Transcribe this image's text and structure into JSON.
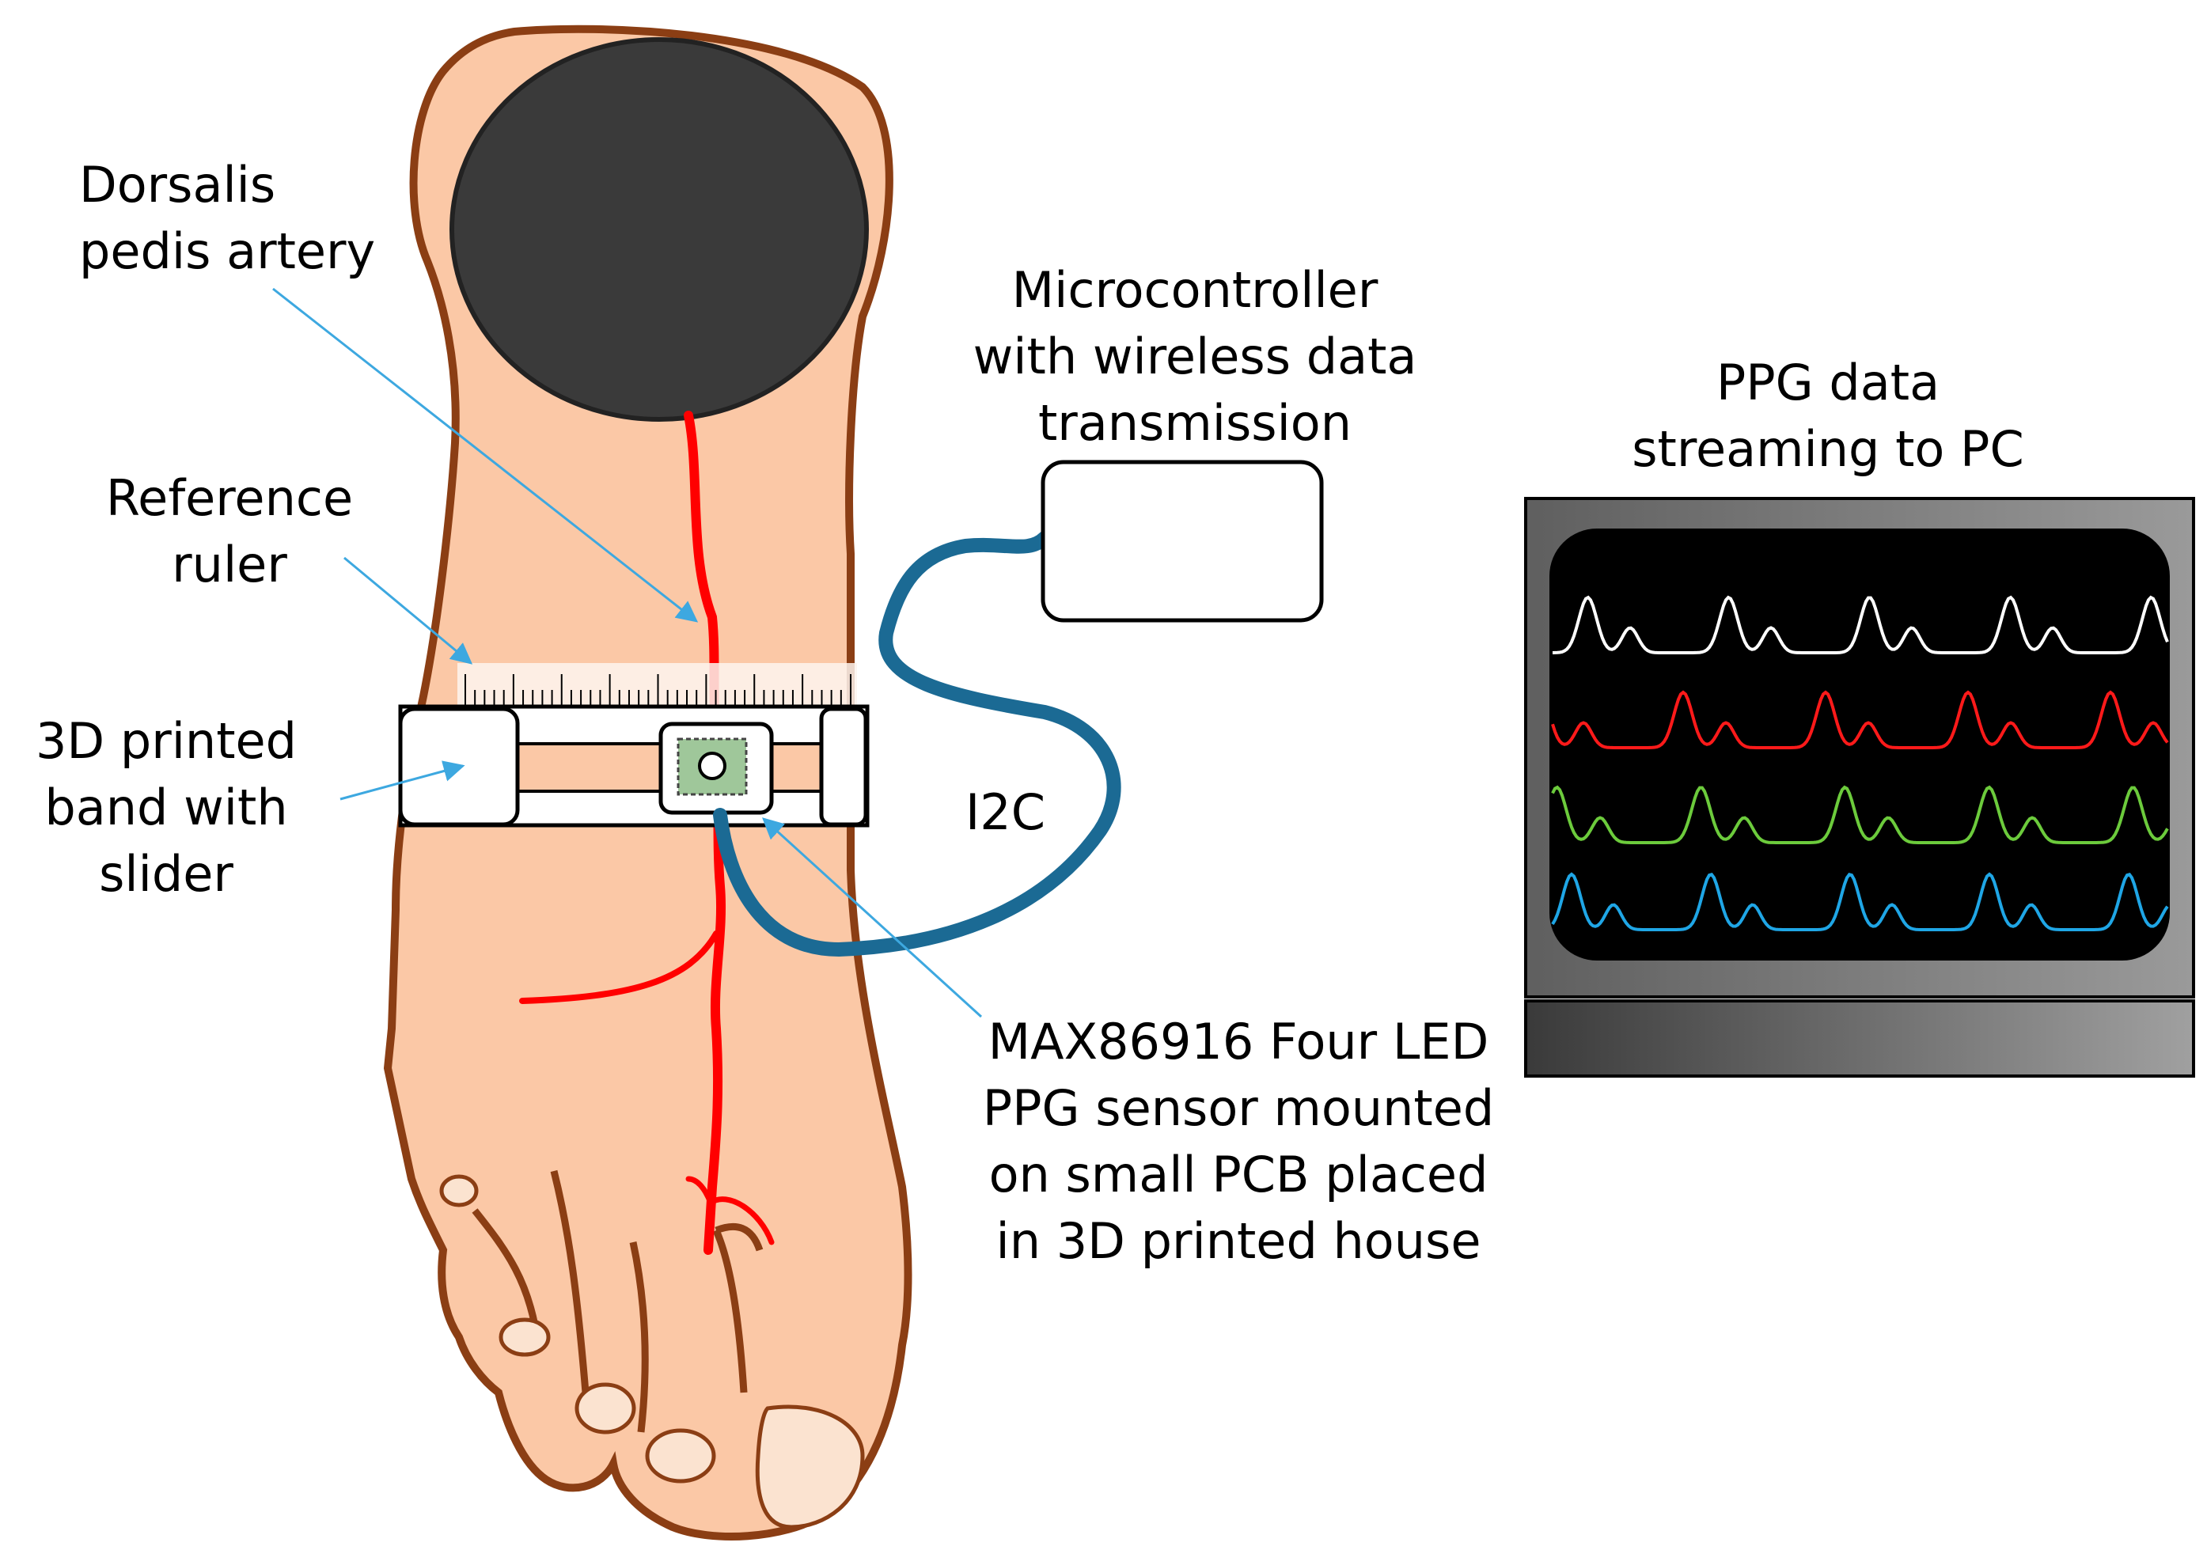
{
  "labels": {
    "artery": [
      "Dorsalis",
      "pedis artery"
    ],
    "ruler": [
      "Reference",
      "ruler"
    ],
    "band": [
      "3D printed",
      "band with",
      "slider"
    ],
    "mcu": [
      "Microcontroller",
      "with wireless data",
      "transmission"
    ],
    "i2c": "I2C",
    "sensor": [
      "MAX86916 Four LED",
      "PPG sensor mounted",
      "on small PCB placed",
      "in 3D printed house"
    ],
    "monitor": [
      "PPG data",
      "streaming to PC"
    ]
  },
  "colors": {
    "skin": "#FBC8A6",
    "skin_outline": "#8B3E14",
    "artery": "#FF0000",
    "cable": "#1B6A94",
    "pointer": "#3DA8E0",
    "ppg_white": "#FFFFFF",
    "ppg_red": "#FF1A1A",
    "ppg_green": "#6CCB3C",
    "ppg_blue": "#1FA6E6"
  },
  "ppg_traces": [
    {
      "color": "ppg_white"
    },
    {
      "color": "ppg_red"
    },
    {
      "color": "ppg_green"
    },
    {
      "color": "ppg_blue"
    }
  ]
}
